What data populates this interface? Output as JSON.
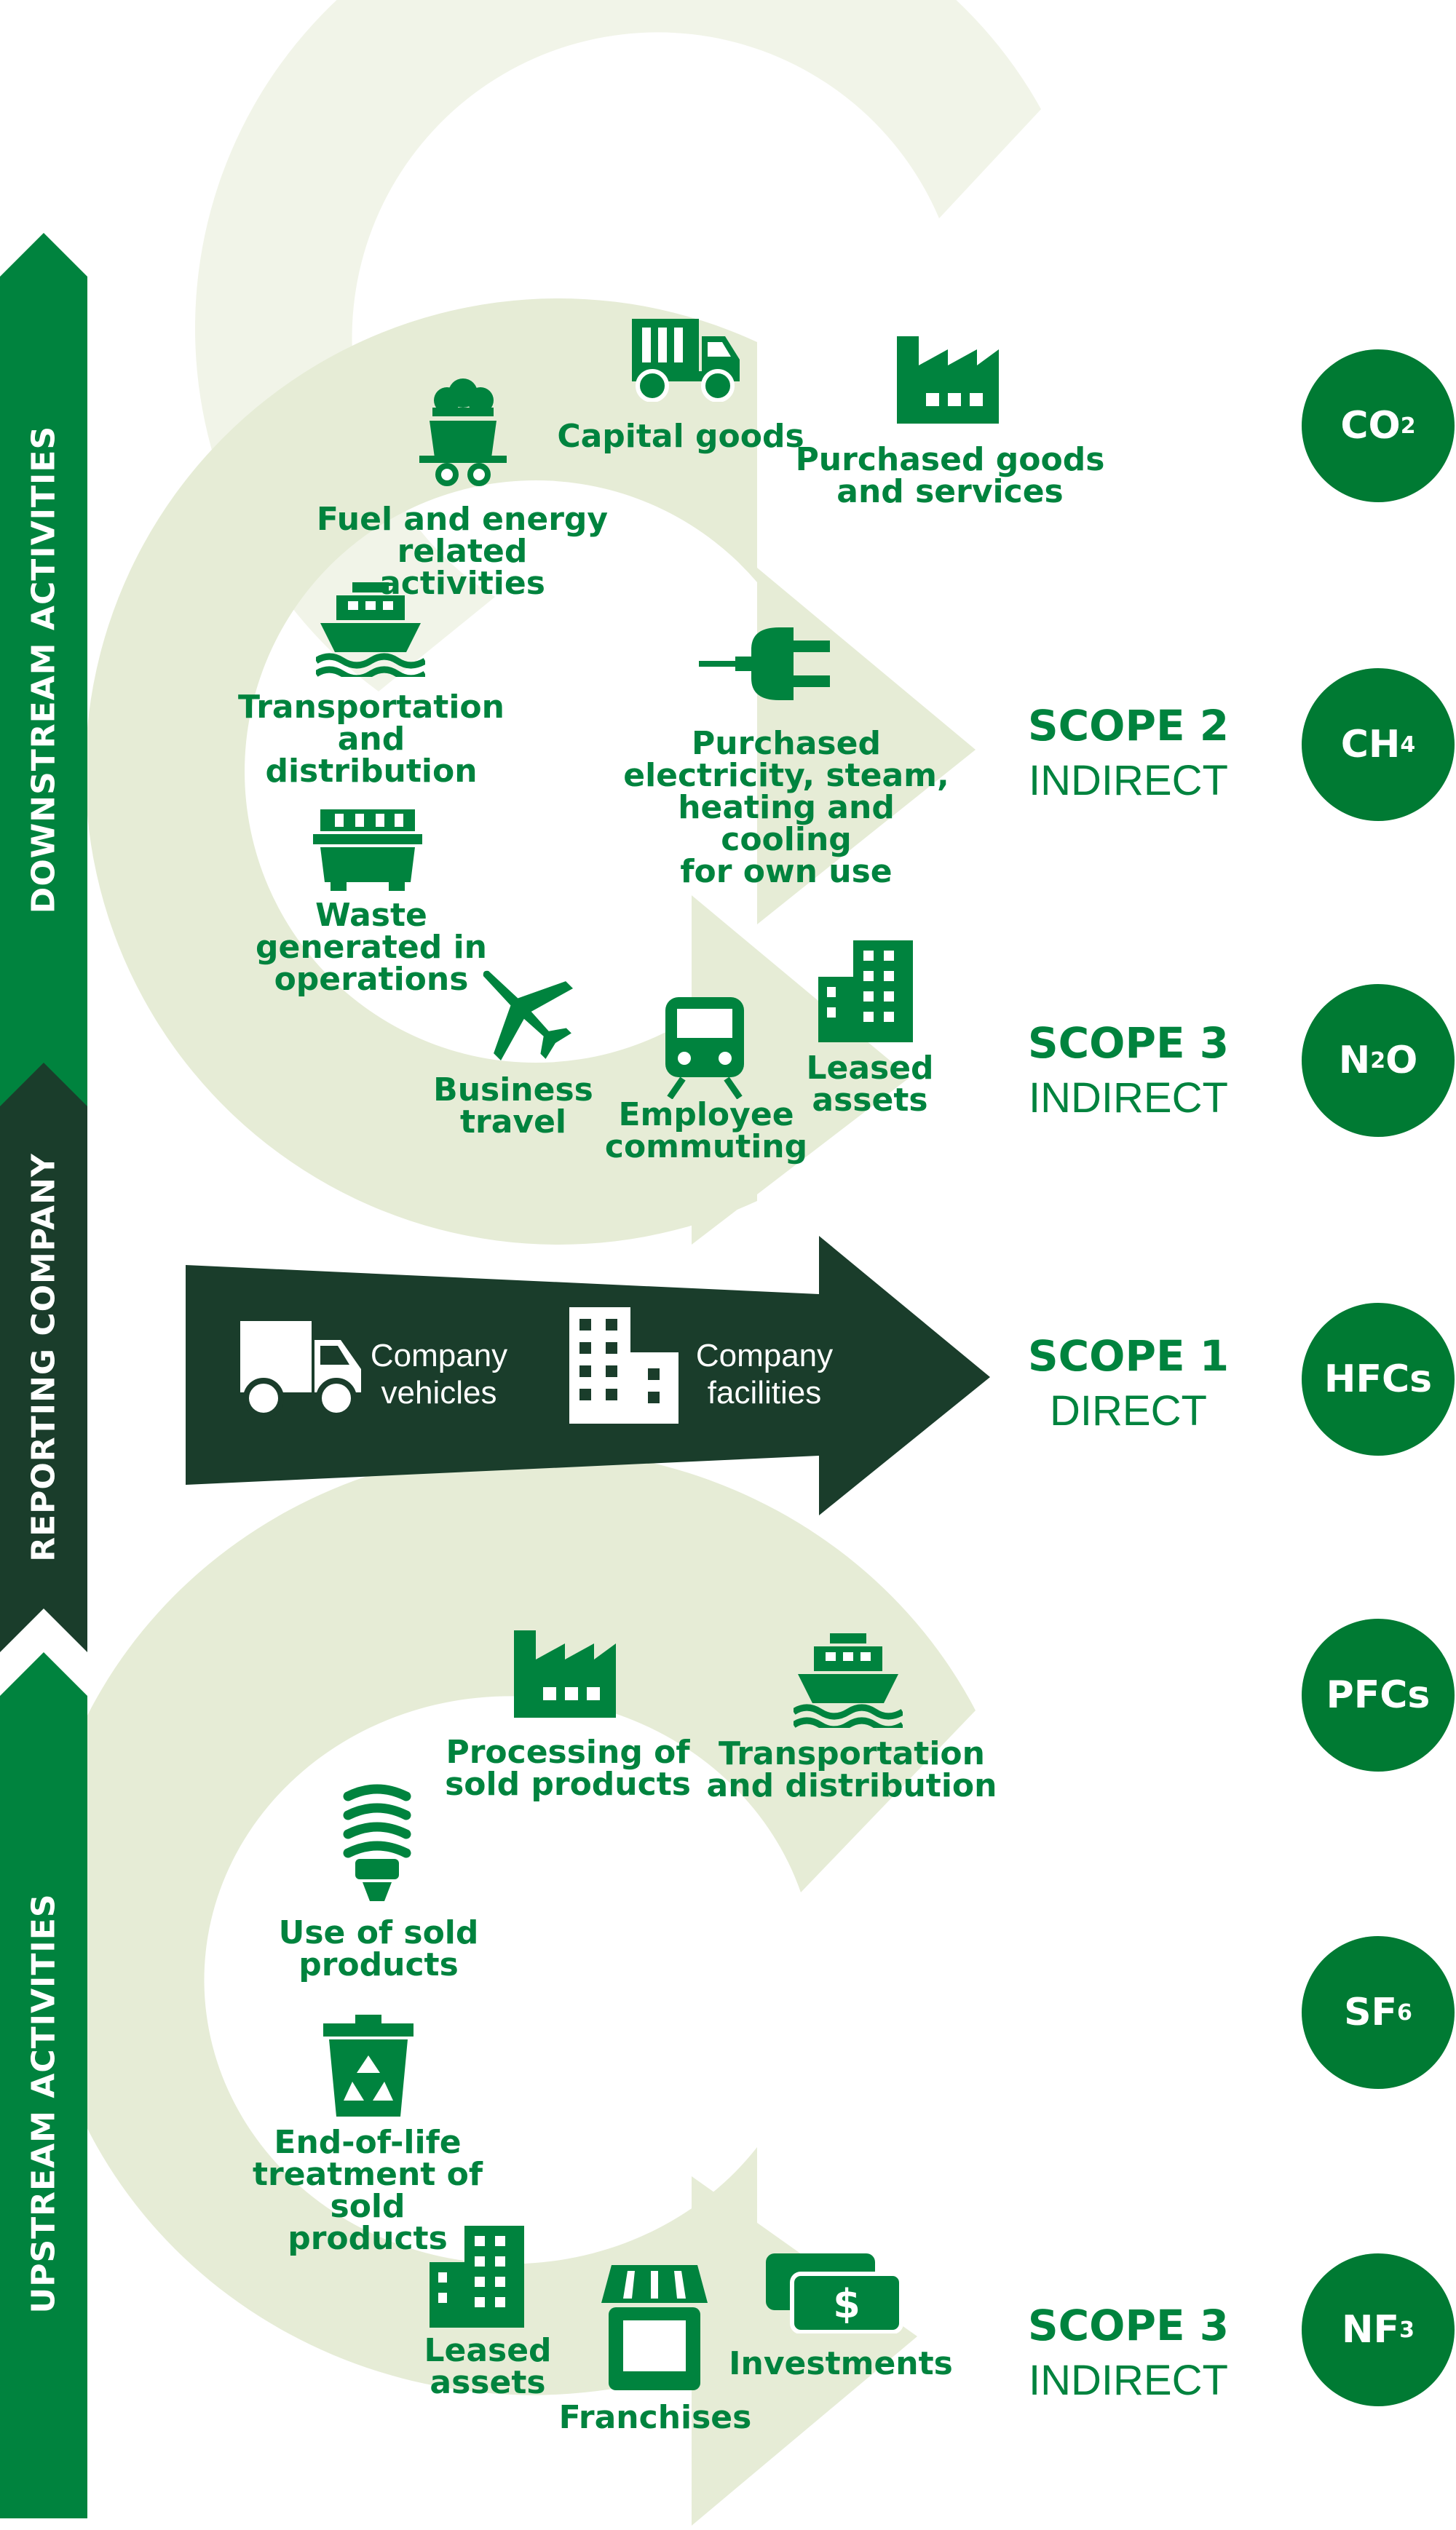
{
  "side_labels": {
    "top": "DOWNSTREAM ACTIVITIES",
    "middle": "REPORTING COMPANY",
    "bottom": "UPSTREAM ACTIVITIES"
  },
  "top_cycle": {
    "capital_goods": "Capital goods",
    "purchased_goods": [
      "Purchased goods",
      "and services"
    ],
    "fuel_energy": [
      "Fuel and energy",
      "related activities"
    ],
    "transportation": [
      "Transportation and",
      "distribution"
    ],
    "purchased_electricity": [
      "Purchased",
      "electricity, steam,",
      "heating and cooling",
      "for own use"
    ],
    "waste": [
      "Waste",
      "generated in",
      "operations"
    ],
    "business_travel": [
      "Business",
      "travel"
    ],
    "employee_commuting": [
      "Employee",
      "commuting"
    ],
    "leased_assets": [
      "Leased",
      "assets"
    ]
  },
  "company": {
    "vehicles": [
      "Company",
      "vehicles"
    ],
    "facilities": [
      "Company",
      "facilities"
    ]
  },
  "bottom_cycle": {
    "processing": [
      "Processing of",
      "sold products"
    ],
    "transportation": [
      "Transportation",
      "and distribution"
    ],
    "use_of_sold": [
      "Use of sold",
      "products"
    ],
    "end_of_life": [
      "End-of-life",
      "treatment of sold",
      "products"
    ],
    "leased_assets": [
      "Leased",
      "assets"
    ],
    "franchises": "Franchises",
    "investments": "Investments"
  },
  "scopes": {
    "scope2": {
      "title": "SCOPE 2",
      "sub": "INDIRECT"
    },
    "scope3_top": {
      "title": "SCOPE 3",
      "sub": "INDIRECT"
    },
    "scope1": {
      "title": "SCOPE 1",
      "sub": "DIRECT"
    },
    "scope3_bottom": {
      "title": "SCOPE 3",
      "sub": "INDIRECT"
    }
  },
  "gases": [
    {
      "base": "CO",
      "sub": "2"
    },
    {
      "base": "CH",
      "sub": "4"
    },
    {
      "base": "N",
      "sub": "2",
      "tail": "O"
    },
    {
      "base": "HFCs",
      "sub": ""
    },
    {
      "base": "PFCs",
      "sub": ""
    },
    {
      "base": "SF",
      "sub": "6"
    },
    {
      "base": "NF",
      "sub": "3"
    }
  ],
  "colors": {
    "green": "#00833e",
    "dark_green": "#1a3d2b",
    "pale": "#e9eedb",
    "gas_circle": "#007a33"
  }
}
